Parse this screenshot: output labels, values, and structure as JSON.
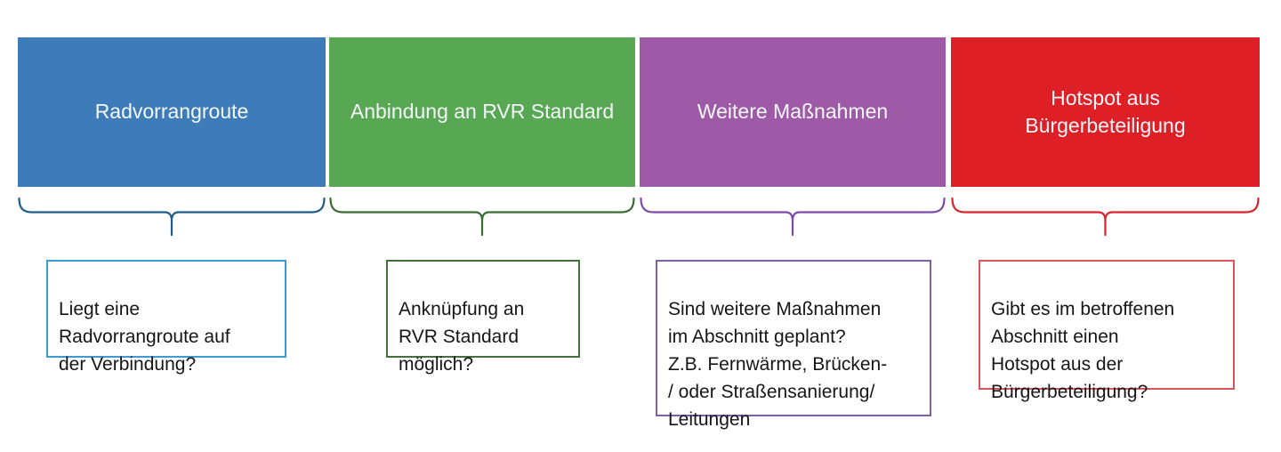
{
  "diagram_title": "Kriterien-Diagramm",
  "columns": [
    {
      "id": "radvorrangroute",
      "header": "Radvorrangroute",
      "header_bg": "#3d7cb8",
      "header_text_color": "#f4f7fa",
      "brace_color": "#1f5c8b",
      "question": "Liegt eine\nRadvorrangroute auf\nder Verbindung?",
      "question_border": "#3d9bd4"
    },
    {
      "id": "anbindung-rvr",
      "header": "Anbindung an RVR Standard",
      "header_bg": "#58a752",
      "header_text_color": "#f4f7fa",
      "brace_color": "#3a6b35",
      "question": "Anknüpfung an\nRVR Standard\nmöglich?",
      "question_border": "#44703d"
    },
    {
      "id": "weitere-massnahmen",
      "header": "Weitere Maßnahmen",
      "header_bg": "#9e5aa7",
      "header_text_color": "#f4f7fa",
      "brace_color": "#7d4ba5",
      "question": "Sind weitere Maßnahmen\nim Abschnitt geplant?\nZ.B. Fernwärme, Brücken-\n/ oder Straßensanierung/\nLeitungen",
      "question_border": "#7e5fa8"
    },
    {
      "id": "hotspot-buergerbeteiligung",
      "header": "Hotspot aus\nBürgerbeteiligung",
      "header_bg": "#df1f26",
      "header_text_color": "#f4f7fa",
      "brace_color": "#d82329",
      "question": "Gibt es im betroffenen\nAbschnitt einen\nHotspot aus der\nBürgerbeteiligung?",
      "question_border": "#d9555b"
    }
  ]
}
